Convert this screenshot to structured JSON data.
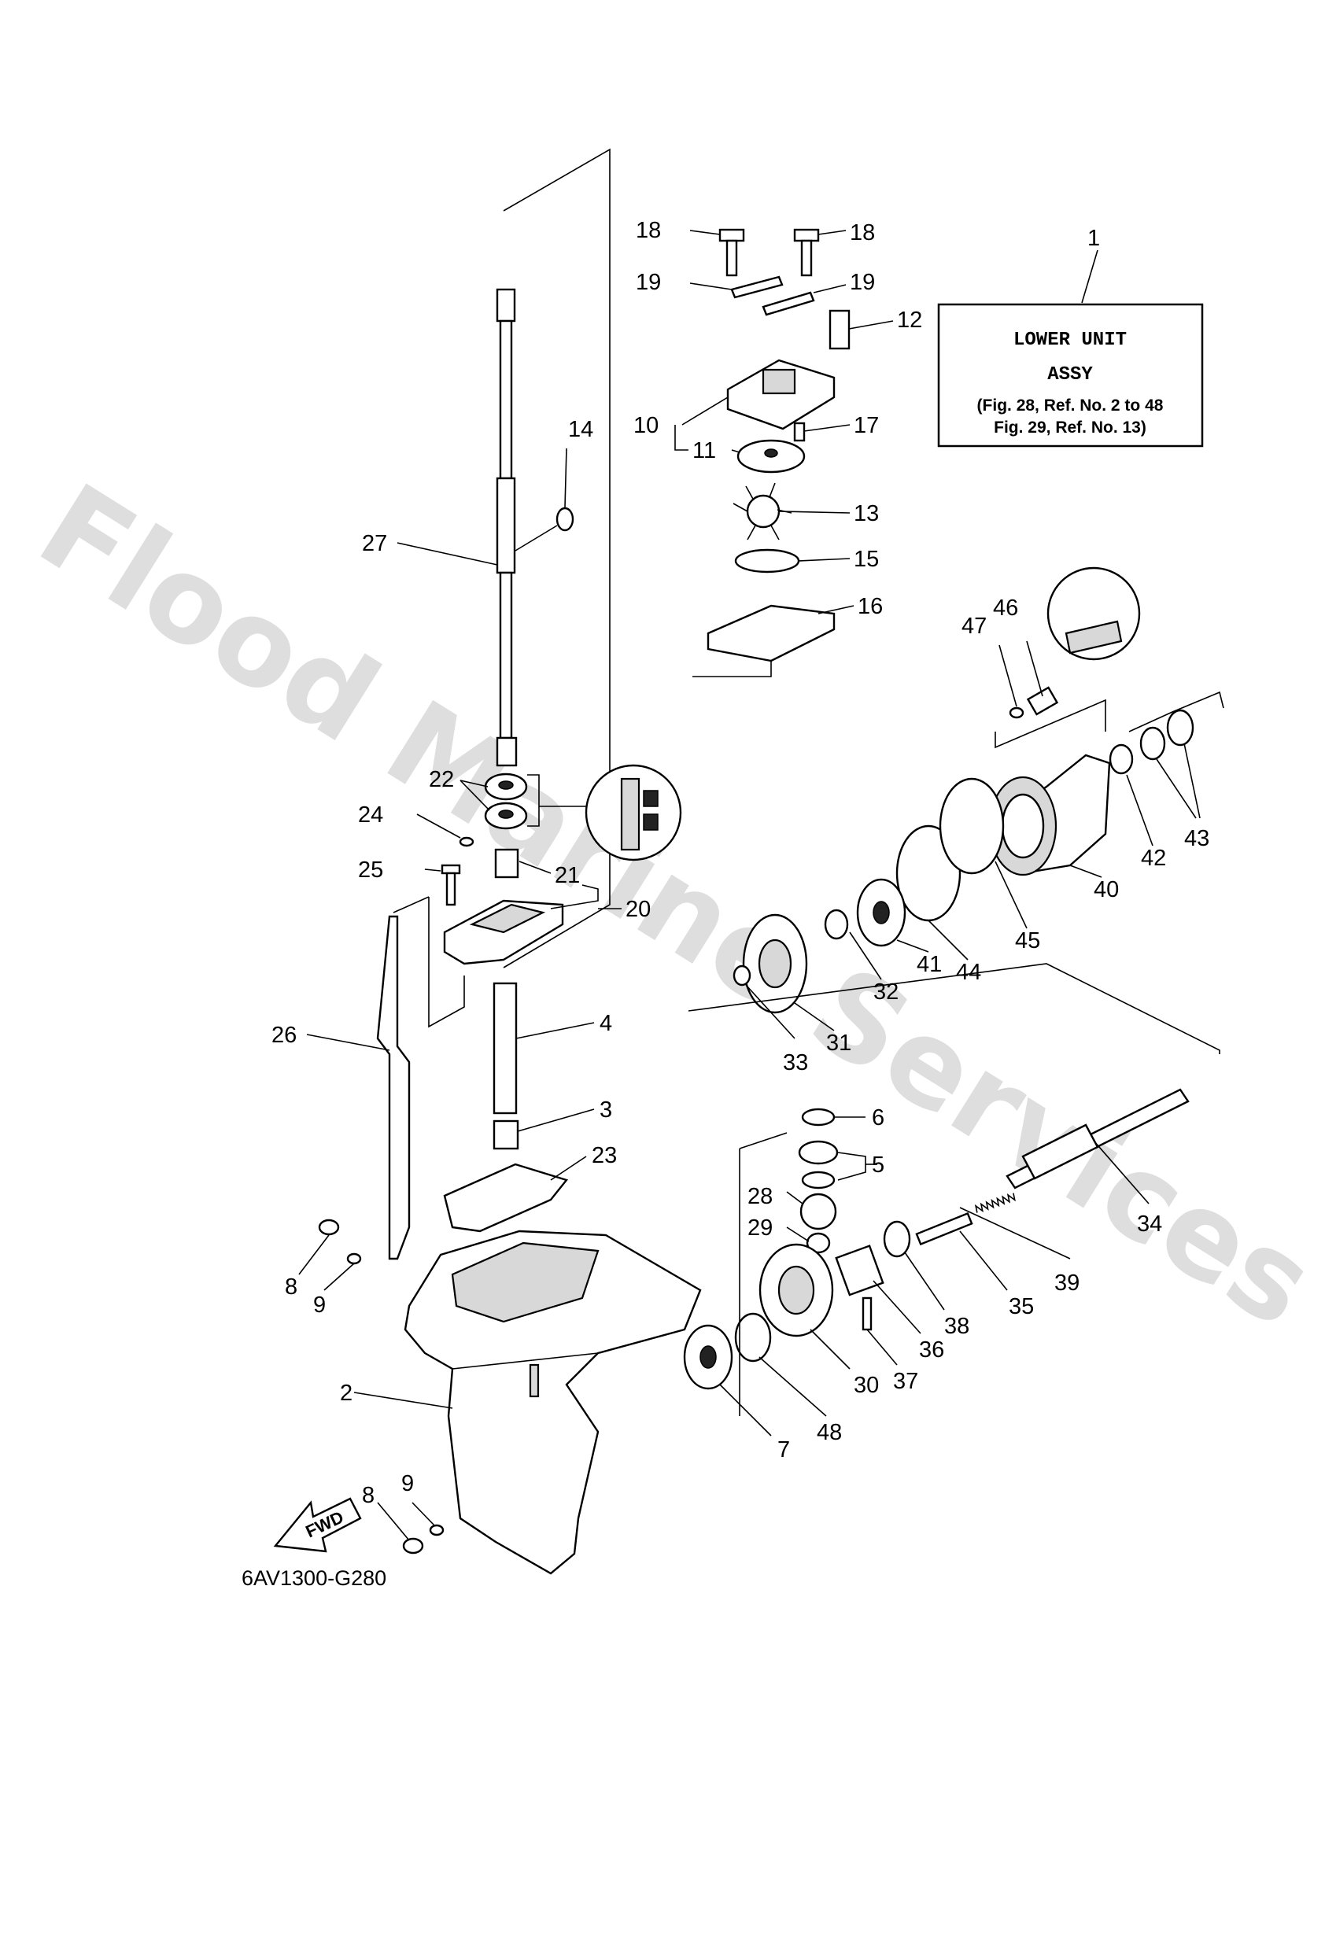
{
  "watermark": "Flood Marine Services",
  "drawing_code": "6AV1300-G280",
  "title_box": {
    "ref": "1",
    "line1": "LOWER UNIT",
    "line2": "ASSY",
    "line3": "(Fig. 28, Ref. No. 2 to 48",
    "line4": "Fig. 29, Ref. No. 13)"
  },
  "fwd_label": "FWD",
  "callouts": [
    {
      "id": "c18a",
      "label": "18"
    },
    {
      "id": "c18b",
      "label": "18"
    },
    {
      "id": "c19a",
      "label": "19"
    },
    {
      "id": "c19b",
      "label": "19"
    },
    {
      "id": "c12",
      "label": "12"
    },
    {
      "id": "c10",
      "label": "10"
    },
    {
      "id": "c11",
      "label": "11"
    },
    {
      "id": "c17",
      "label": "17"
    },
    {
      "id": "c13",
      "label": "13"
    },
    {
      "id": "c15",
      "label": "15"
    },
    {
      "id": "c16",
      "label": "16"
    },
    {
      "id": "c14",
      "label": "14"
    },
    {
      "id": "c27",
      "label": "27"
    },
    {
      "id": "c22",
      "label": "22"
    },
    {
      "id": "c24",
      "label": "24"
    },
    {
      "id": "c21",
      "label": "21"
    },
    {
      "id": "c25",
      "label": "25"
    },
    {
      "id": "c20",
      "label": "20"
    },
    {
      "id": "c4",
      "label": "4"
    },
    {
      "id": "c26",
      "label": "26"
    },
    {
      "id": "c3",
      "label": "3"
    },
    {
      "id": "c23",
      "label": "23"
    },
    {
      "id": "c8a",
      "label": "8"
    },
    {
      "id": "c9a",
      "label": "9"
    },
    {
      "id": "c2",
      "label": "2"
    },
    {
      "id": "c9b",
      "label": "9"
    },
    {
      "id": "c8b",
      "label": "8"
    },
    {
      "id": "c47",
      "label": "47"
    },
    {
      "id": "c46",
      "label": "46"
    },
    {
      "id": "c42",
      "label": "42"
    },
    {
      "id": "c43",
      "label": "43"
    },
    {
      "id": "c40",
      "label": "40"
    },
    {
      "id": "c45",
      "label": "45"
    },
    {
      "id": "c44",
      "label": "44"
    },
    {
      "id": "c41",
      "label": "41"
    },
    {
      "id": "c32",
      "label": "32"
    },
    {
      "id": "c31",
      "label": "31"
    },
    {
      "id": "c33",
      "label": "33"
    },
    {
      "id": "c6",
      "label": "6"
    },
    {
      "id": "c5",
      "label": "5"
    },
    {
      "id": "c28",
      "label": "28"
    },
    {
      "id": "c29",
      "label": "29"
    },
    {
      "id": "c34",
      "label": "34"
    },
    {
      "id": "c39",
      "label": "39"
    },
    {
      "id": "c35",
      "label": "35"
    },
    {
      "id": "c38",
      "label": "38"
    },
    {
      "id": "c36",
      "label": "36"
    },
    {
      "id": "c37",
      "label": "37"
    },
    {
      "id": "c30",
      "label": "30"
    },
    {
      "id": "c48",
      "label": "48"
    },
    {
      "id": "c7",
      "label": "7"
    }
  ]
}
